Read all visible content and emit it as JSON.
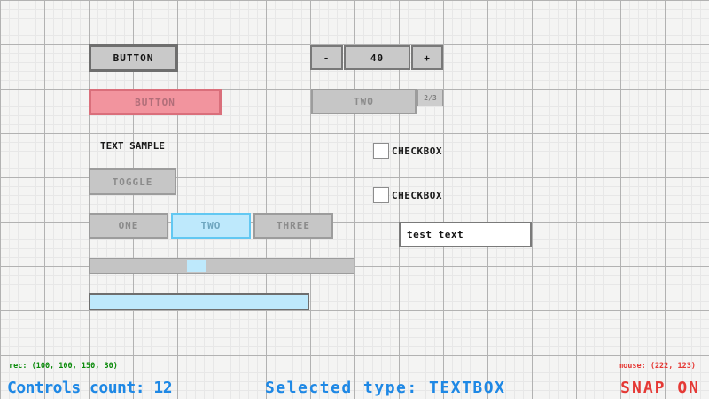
{
  "colors": {
    "accent_blue": "#1e88e5",
    "status_green": "#0a8a0a",
    "status_red": "#e53935",
    "selection_pink": "#f2949e",
    "highlight_blue": "#bee9fc",
    "widget_gray": "#c9c9c9"
  },
  "widgets": {
    "button_primary": {
      "label": "BUTTON"
    },
    "button_selected": {
      "label": "BUTTON"
    },
    "text_sample": {
      "label": "TEXT SAMPLE"
    },
    "toggle": {
      "label": "TOGGLE"
    },
    "tabs": {
      "items": [
        "ONE",
        "TWO",
        "THREE"
      ],
      "active": "TWO"
    },
    "spinner": {
      "minus": "-",
      "value": "40",
      "plus": "+"
    },
    "dropdown": {
      "label": "TWO",
      "pager": "2/3"
    },
    "checkbox_1": {
      "label": "CHECKBOX",
      "checked": false
    },
    "checkbox_2": {
      "label": "CHECKBOX",
      "checked": false
    },
    "textbox": {
      "value": "test text"
    }
  },
  "statusbar": {
    "rec": "rec: (100, 100, 150, 30)",
    "controls_count": "Controls count: 12",
    "selected_type": "Selected type: TEXTBOX",
    "mouse": "mouse: (222, 123)",
    "snap": "SNAP ON"
  }
}
